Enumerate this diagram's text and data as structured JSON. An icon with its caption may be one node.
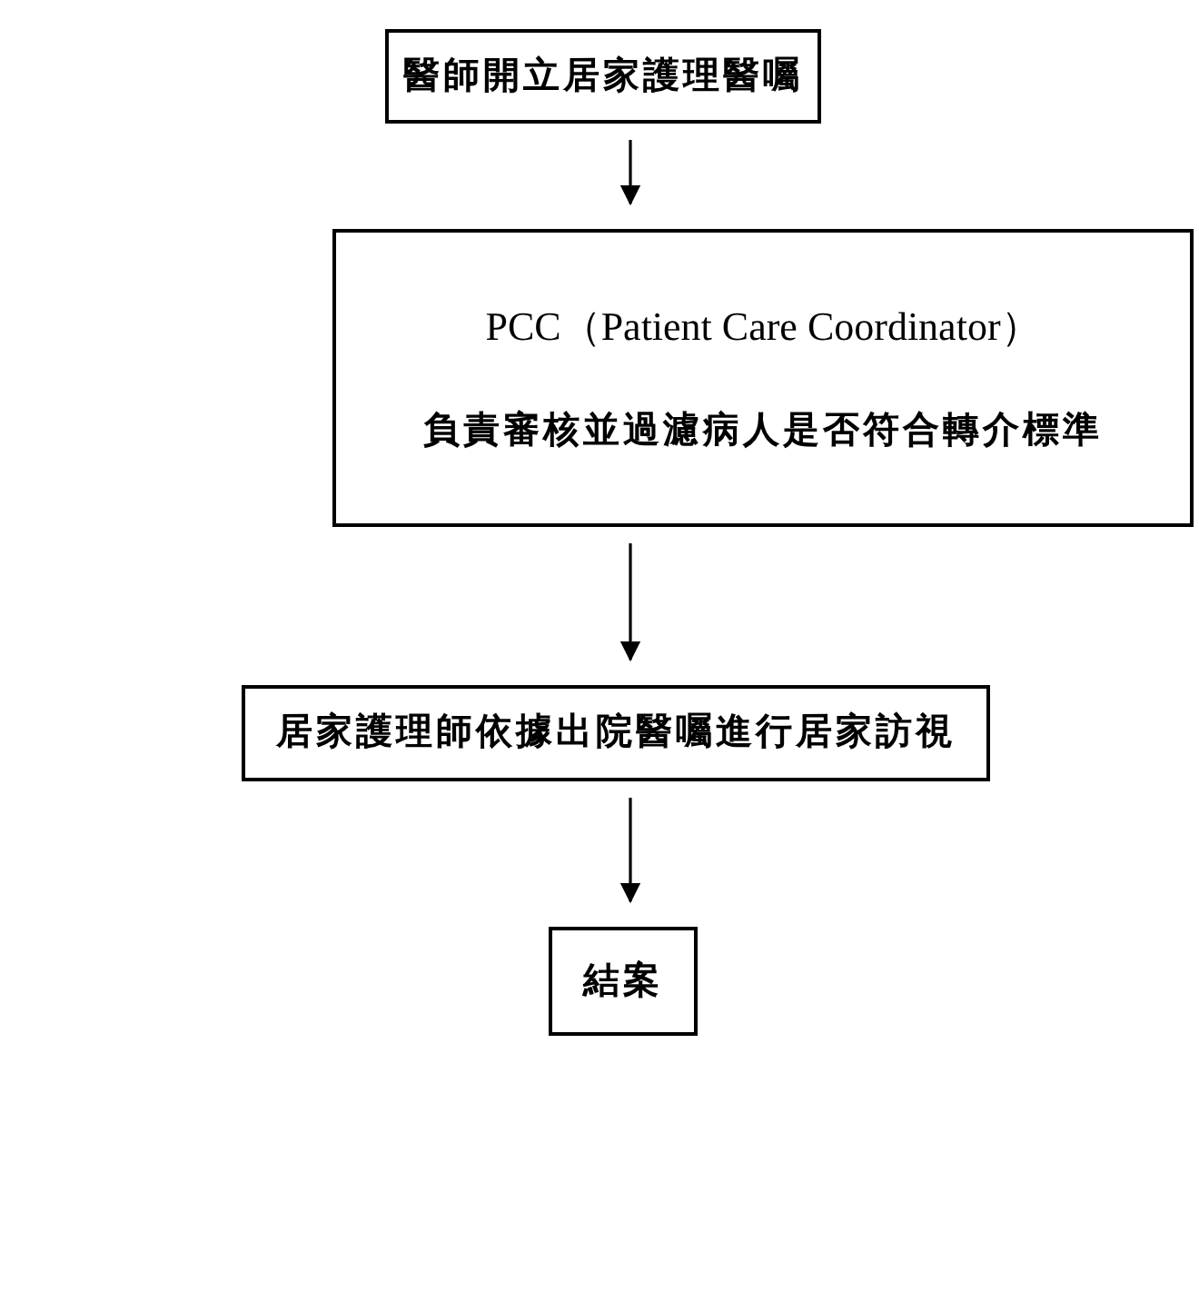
{
  "diagram": {
    "nodes": [
      {
        "text": [
          "醫師開立居家護理醫囑"
        ]
      },
      {
        "text": [
          "PCC（Patient Care Coordinator）",
          "負責審核並過濾病人是否符合轉介標準"
        ]
      },
      {
        "text": [
          "居家護理師依據出院醫囑進行居家訪視"
        ]
      },
      {
        "text": [
          "結案"
        ]
      }
    ],
    "edges": [
      {
        "from": 0,
        "to": 1,
        "arrow": "to"
      },
      {
        "from": 1,
        "to": 2,
        "arrow": "to"
      },
      {
        "from": 2,
        "to": 3,
        "arrow": "to"
      }
    ]
  }
}
